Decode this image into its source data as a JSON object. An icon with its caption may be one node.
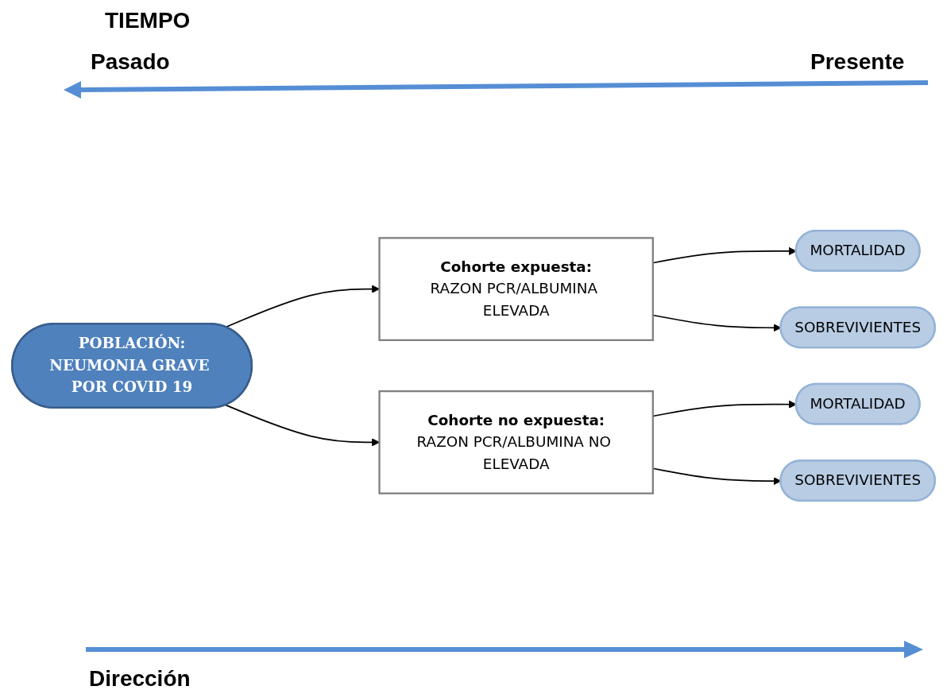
{
  "diagram": {
    "nodes": [
      {
        "text": [
          "POBLACIÓN:",
          "NEUMONIA GRAVE POR COVID 19"
        ]
      },
      {
        "text": [
          "Cohorte expuesta:",
          "RAZON PCR/ALBUMINA ELEVADA"
        ]
      },
      {
        "text": [
          "Cohorte no expuesta:",
          "RAZON PCR/ALBUMINA NO ELEVADA"
        ]
      },
      {
        "text": [
          "MORTALIDAD"
        ]
      },
      {
        "text": [
          "SOBREVIVIENTES"
        ]
      },
      {
        "text": [
          "MORTALIDAD"
        ]
      },
      {
        "text": [
          "SOBREVIVIENTES"
        ]
      }
    ],
    "edges": [
      {
        "from": 0,
        "to": 1,
        "arrow": "to"
      },
      {
        "from": 0,
        "to": 2,
        "arrow": "to"
      },
      {
        "from": 1,
        "to": 3,
        "arrow": "to"
      },
      {
        "from": 1,
        "to": 4,
        "arrow": "to"
      },
      {
        "from": 2,
        "to": 5,
        "arrow": "to"
      },
      {
        "from": 2,
        "to": 6,
        "arrow": "to"
      }
    ],
    "labels": [
      "TIEMPO",
      "Pasado",
      "Presente",
      "Dirección"
    ]
  }
}
